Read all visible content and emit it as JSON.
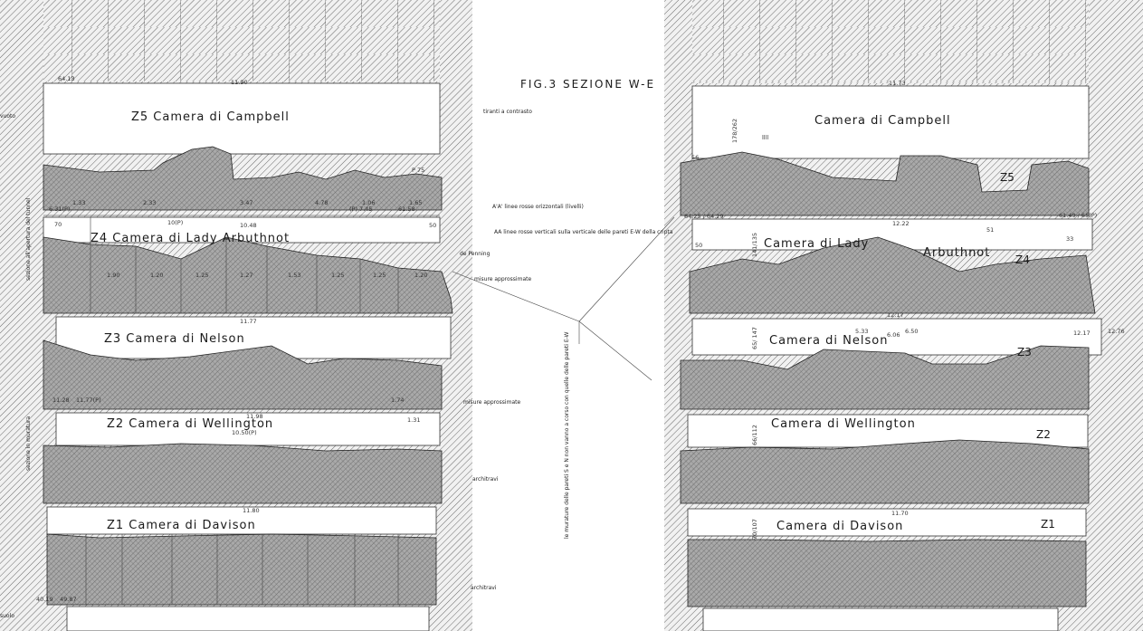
{
  "figure": {
    "title": "FIG.3  SEZIONE  W-E"
  },
  "left_section": {
    "rooms": [
      {
        "id": "Z5",
        "label": "Z5  Camera    di   Campbell"
      },
      {
        "id": "Z4",
        "label": "Z4 Camera      di        Lady     Arbuthnot"
      },
      {
        "id": "Z3",
        "label": "Z3  Camera            di           Nelson"
      },
      {
        "id": "Z2",
        "label": "Z2  Camera         di        Wellington"
      },
      {
        "id": "Z1",
        "label": "Z1  Camera        di          Davison"
      }
    ],
    "dims": {
      "z5_width": "11.90",
      "z5_corner": "64.13",
      "z5_beams": [
        "1.33",
        "2.33",
        "3.47",
        "4.78",
        "1.06",
        "1.65"
      ],
      "z5_left": "6.31(P)",
      "z5_right": "61.58",
      "z5_mid": "(P) 7.45",
      "z4_width": "10.48",
      "z4_left": "70",
      "z4_right": "50",
      "z4_left2": "10(P)",
      "z4_beams": [
        "1.90",
        "1.20",
        "1.25",
        "1.27",
        "1.53",
        "1.25",
        "1.25",
        "1.20"
      ],
      "z3_width": "11.77",
      "z3_left": "11.28",
      "z3_left2": "11.77(P)",
      "z3_right": "1.74",
      "z2_width": "11.98",
      "z2_inner": "10.50(P)",
      "z2_right": "1.31",
      "z1_width": "11.80",
      "base_left": "40.19",
      "base_left2": "49.87"
    },
    "side_text": [
      "sezione all'apertura del tunnel",
      "sezione in muratura"
    ]
  },
  "right_section": {
    "rooms": [
      {
        "id": "Z5",
        "label": "Camera    di    Campbell",
        "tag": "Z5"
      },
      {
        "id": "Z4",
        "label": "Camera    di    Lady",
        "label2": "Arbuthnot",
        "tag": "Z4"
      },
      {
        "id": "Z3",
        "label": "Camera         di          Nelson",
        "tag": "Z3"
      },
      {
        "id": "Z2",
        "label": "Camera        di        Wellington",
        "tag": "Z2"
      },
      {
        "id": "Z1",
        "label": "Camera        di          Davison",
        "tag": "Z1"
      }
    ],
    "dims": {
      "z5_width": "11.73",
      "z5_vert": "178/262",
      "z5_left": "56",
      "z4_width": "12.22",
      "z4_left": "50",
      "z4_vert": "141/135",
      "z4_top_left": "64.25 / 64.29",
      "z4_top_right": "61.49 / 65(P)",
      "z4_r1": "51",
      "z4_r2": "33",
      "z3_width": "12.17",
      "z3_vert": "65/ 147",
      "z3_mid": "5.33",
      "z3_mid2": "6.06",
      "z3_mid3": "6.50",
      "z3_right": "12.17",
      "z3_far": "12.76",
      "z2_vert": "66/112",
      "z1_width": "11.70",
      "z1_vert": "70/107"
    }
  },
  "annotations": {
    "tiranti": "tiranti a contrasto",
    "linee_orizz": "A'A' linee rosse orizzontali (livelli)",
    "linee_vert": "AA linee rosse verticali sulla verticale delle pareti E-W della cripta",
    "de_penning": "de Penning",
    "misure_1": "misure approssimate",
    "misure_2": "misure approssimate",
    "architravi_1": "architravi",
    "architravi_2": "architravi",
    "muratura": "le murature delle pareti S e N non vanno a corso con quelle delle pareti E-W",
    "p_mark": "P 75",
    "cartouche": "llll",
    "left_edge_1": "vuoto",
    "left_edge_2": "suolo"
  },
  "colors": {
    "ink": "#1a1a1a",
    "hatch": "#6e6e6e",
    "stone": "#9a9a9a"
  }
}
